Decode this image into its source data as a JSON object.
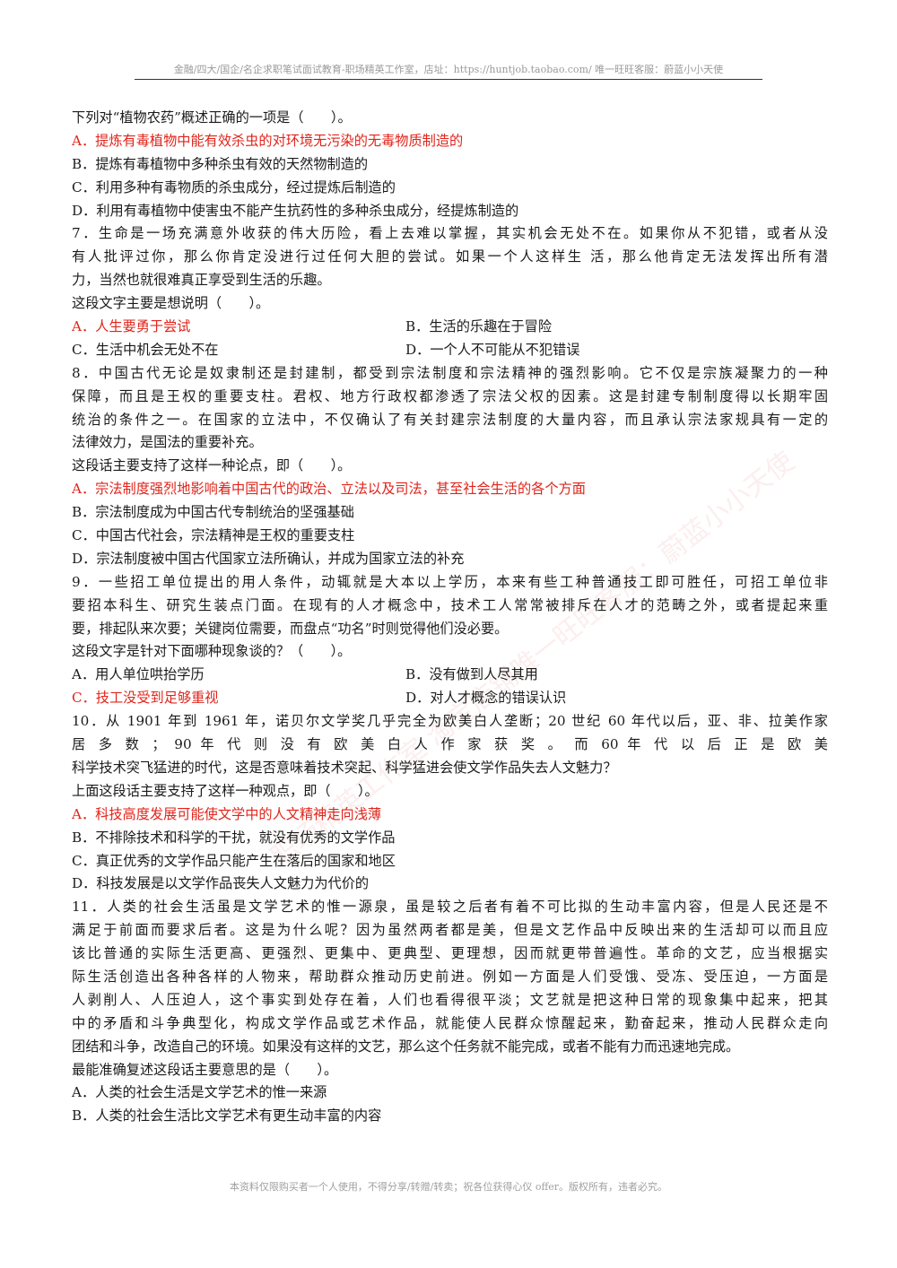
{
  "header": {
    "text": "金融/四大/国企/名企求职笔试面试教育-职场精英工作室，店址：https://huntjob.taobao.com/  唯一旺旺客服：蔚蓝小小天使"
  },
  "watermark": {
    "text": "职场精英工作室 淘宝店铺唯一旺旺客服：蔚蓝小小天使"
  },
  "q6": {
    "stem": "下列对“植物农药”概述正确的一项是（　　）。",
    "a": "A．提炼有毒植物中能有效杀虫的对环境无污染的无毒物质制造的",
    "b": "B．提炼有毒植物中多种杀虫有效的天然物制造的",
    "c": "C．利用多种有毒物质的杀虫成分，经过提炼后制造的",
    "d": "D．利用有毒植物中使害虫不能产生抗药性的多种杀虫成分，经提炼制造的"
  },
  "q7": {
    "passage": [
      "7．生命是一场充满意外收获的伟大历险，看上去难以掌握，其实机会无处不在。如果你从不犯错，或者从没",
      "有人批评过你，那么你肯定没进行过任何大胆的尝试。如果一个人这样生 活，那么他肯定无法发挥出所有潜",
      "力，当然也就很难真正享受到生活的乐趣。"
    ],
    "stem": "这段文字主要是想说明（　　）。",
    "a": "A．人生要勇于尝试",
    "b": "B．生活的乐趣在于冒险",
    "c": "C．生活中机会无处不在",
    "d": "D．一个人不可能从不犯错误"
  },
  "q8": {
    "passage": [
      "8．中国古代无论是奴隶制还是封建制，都受到宗法制度和宗法精神的强烈影响。它不仅是宗族凝聚力的一种",
      "保障，而且是王权的重要支柱。君权、地方行政权都渗透了宗法父权的因素。这是封建专制制度得以长期牢固",
      "统治的条件之一。在国家的立法中，不仅确认了有关封建宗法制度的大量内容，而且承认宗法家规具有一定的",
      "法律效力，是国法的重要补充。"
    ],
    "stem": "这段话主要支持了这样一种论点，即（　　）。",
    "a": "A．宗法制度强烈地影响着中国古代的政治、立法以及司法，甚至社会生活的各个方面",
    "b": "B．宗法制度成为中国古代专制统治的坚强基础",
    "c": "C．中国古代社会，宗法精神是王权的重要支柱",
    "d": "D．宗法制度被中国古代国家立法所确认，并成为国家立法的补充"
  },
  "q9": {
    "passage": [
      "9．一些招工单位提出的用人条件，动辄就是大本以上学历，本来有些工种普通技工即可胜任，可招工单位非",
      "要招本科生、研究生装点门面。在现有的人才概念中，技术工人常常被排斥在人才的范畴之外，或者提起来重",
      "要，排起队来次要；关键岗位需要，而盘点“功名”时则觉得他们没必要。"
    ],
    "stem": "这段文字是针对下面哪种现象谈的？（　　）。",
    "a": "A．用人单位哄抬学历",
    "b": "B．没有做到人尽其用",
    "c": "C．技工没受到足够重视",
    "d": "D．对人才概念的错误认识"
  },
  "q10": {
    "passage": [
      "10．从 1901 年到 1961 年，诺贝尔文学奖几乎完全为欧美白人垄断；20 世纪 60 年代以后，亚、非、拉美作家",
      "居 多 数 ； 90 年 代 则 没 有 欧 美 白 人 作 家 获 奖 。 而 60 年 代 以 后 正 是 欧 美",
      "科学技术突飞猛进的时代，这是否意味着技术突起、科学猛进会使文学作品失去人文魅力？"
    ],
    "stem": "上面这段话主要支持了这样一种观点，即（　　）。",
    "a": "A．科技高度发展可能使文学中的人文精神走向浅薄",
    "b": "B．不排除技术和科学的干扰，就没有优秀的文学作品",
    "c": "C．真正优秀的文学作品只能产生在落后的国家和地区",
    "d": "D．科技发展是以文学作品丧失人文魅力为代价的"
  },
  "q11": {
    "passage": [
      "11．人类的社会生活虽是文学艺术的惟一源泉，虽是较之后者有着不可比拟的生动丰富内容，但是人民还是不",
      "满足于前面而要求后者。这是为什么呢？因为虽然两者都是美，但是文艺作品中反映出来的生活却可以而且应",
      "该比普通的实际生活更高、更强烈、更集中、更典型、更理想，因而就更带普遍性。革命的文艺，应当根据实",
      "际生活创造出各种各样的人物来，帮助群众推动历史前进。例如一方面是人们受饿、受冻、受压迫，一方面是",
      "人剥削人、人压迫人，这个事实到处存在着，人们也看得很平淡；文艺就是把这种日常的现象集中起来，把其",
      "中的矛盾和斗争典型化，构成文学作品或艺术作品，就能使人民群众惊醒起来，勤奋起来，推动人民群众走向",
      "团结和斗争，改造自己的环境。如果没有这样的文艺，那么这个任务就不能完成，或者不能有力而迅速地完成。"
    ],
    "stem": "最能准确复述这段话主要意思的是（　　）。",
    "a": "A．人类的社会生活是文学艺术的惟一来源",
    "b": "B．人类的社会生活比文学艺术有更生动丰富的内容"
  },
  "footer": {
    "text": "本资料仅限购买者一个人使用，不得分享/转赠/转卖；祝各位获得心仪 offer。版权所有，违者必究。"
  }
}
